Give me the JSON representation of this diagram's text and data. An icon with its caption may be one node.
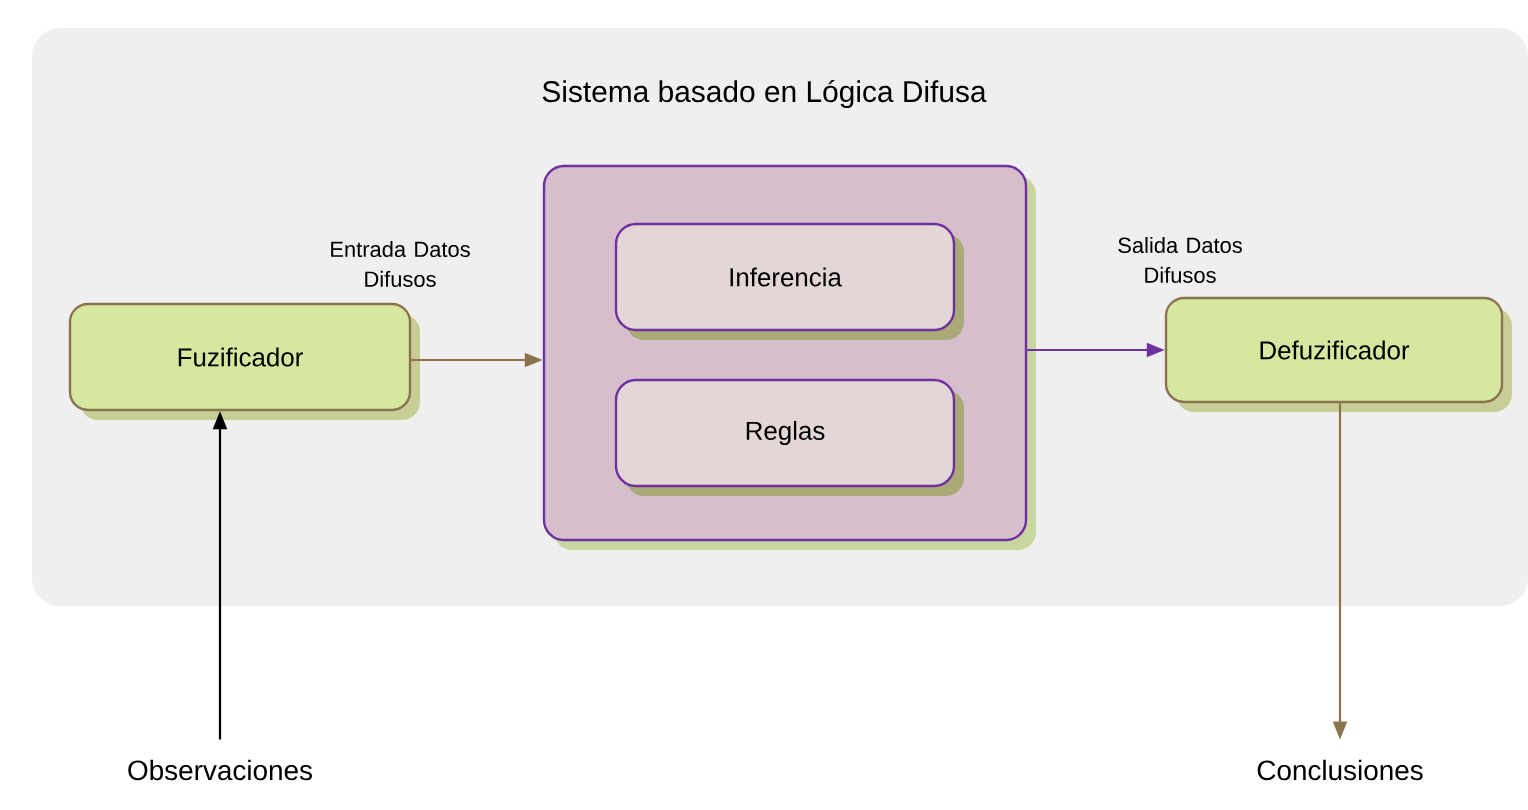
{
  "diagram": {
    "nodes": [
      {
        "text": [
          "Sistema basado en Lógica Difusa"
        ]
      },
      {
        "text": [
          "Fuzificador"
        ],
        "in": 0
      },
      {
        "text": [],
        "shape": "box",
        "in": 0
      },
      {
        "text": [
          "Inferencia"
        ],
        "in": 2
      },
      {
        "text": [
          "Reglas"
        ],
        "in": 2
      },
      {
        "text": [
          "Defuzificador"
        ],
        "in": 0
      },
      {
        "text": [
          "Observaciones"
        ]
      },
      {
        "text": [
          "Conclusiones"
        ]
      }
    ],
    "edges": [
      {
        "from": 6,
        "to": 1,
        "arrow": "to",
        "color": "#000000"
      },
      {
        "from": 1,
        "to": 2,
        "arrow": "to",
        "label": "Entrada Datos Difusos",
        "color": "#8b7350"
      },
      {
        "from": 2,
        "to": 5,
        "arrow": "to",
        "label": "Salida Datos Difusos",
        "color": "#7030a0"
      },
      {
        "from": 5,
        "to": 7,
        "arrow": "to",
        "color": "#8b7350"
      }
    ]
  }
}
